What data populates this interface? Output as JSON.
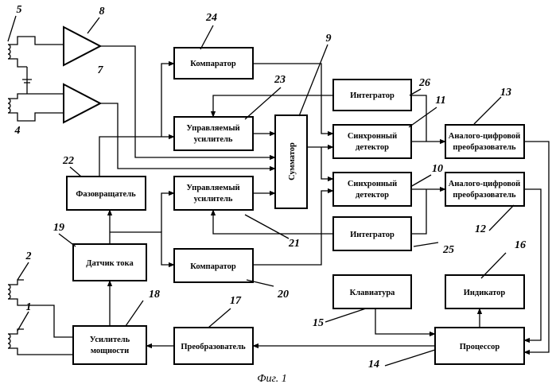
{
  "blocks": {
    "comparator_top": "Компаратор",
    "integrator_top": "Интегратор",
    "controlled_amp_top": [
      "Управляемый",
      "усилитель"
    ],
    "summator": "Сумматор",
    "sync_detector_top": [
      "Синхронный",
      "детектор"
    ],
    "adc_top": [
      "Аналого-цифровой",
      "преобразователь"
    ],
    "phase_shifter": "Фазовращатель",
    "controlled_amp_bottom": [
      "Управляемый",
      "усилитель"
    ],
    "sync_detector_bottom": [
      "Синхронный",
      "детектор"
    ],
    "adc_bottom": [
      "Аналого-цифровой",
      "преобразователь"
    ],
    "integrator_bottom": "Интегратор",
    "current_sensor": "Датчик тока",
    "comparator_bottom": "Компаратор",
    "keyboard": "Клавиатура",
    "indicator": "Индикатор",
    "power_amp": [
      "Усилитель",
      "мощности"
    ],
    "converter": "Преобразователь",
    "processor": "Процессор"
  },
  "ref_numbers": {
    "n1": "1",
    "n2": "2",
    "n4": "4",
    "n5": "5",
    "n7": "7",
    "n8": "8",
    "n9": "9",
    "n10": "10",
    "n11": "11",
    "n12": "12",
    "n13": "13",
    "n14": "14",
    "n15": "15",
    "n16": "16",
    "n17": "17",
    "n18": "18",
    "n19": "19",
    "n20": "20",
    "n21": "21",
    "n22": "22",
    "n23": "23",
    "n24": "24",
    "n25": "25",
    "n26": "26"
  },
  "caption": "Фиг. 1"
}
